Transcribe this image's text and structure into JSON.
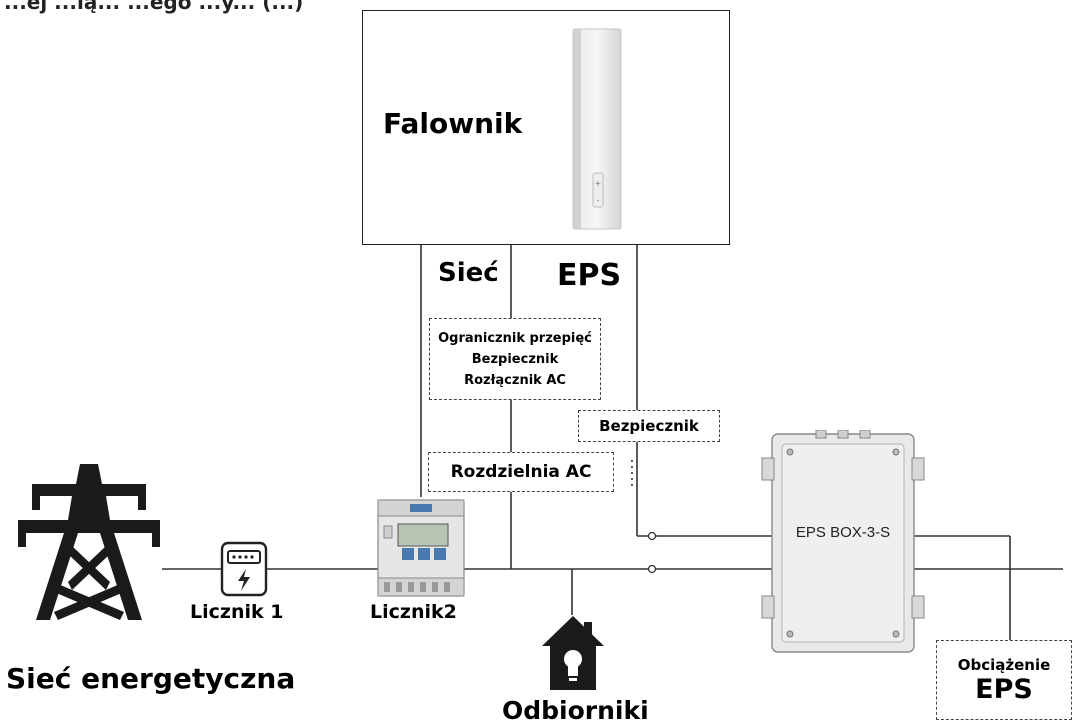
{
  "header": {
    "title_partial": "...ej   ...ią...   ...ego ...y...   (...)"
  },
  "inverter": {
    "label": "Falownik"
  },
  "lines": {
    "grid_label": "Sieć",
    "eps_label": "EPS"
  },
  "protection_box": {
    "line1": "Ogranicznik przepięć",
    "line2": "Bezpiecznik",
    "line3": "Rozłącznik AC"
  },
  "fuse_box": {
    "label": "Bezpiecznik"
  },
  "ac_switchboard": {
    "label": "Rozdzielnia AC"
  },
  "eps_box": {
    "label": "EPS BOX-3-S"
  },
  "meter1": {
    "label": "Licznik 1"
  },
  "meter2": {
    "label": "Licznik2"
  },
  "grid": {
    "label": "Sieć energetyczna"
  },
  "loads": {
    "label": "Odbiorniki"
  },
  "eps_load": {
    "line1": "Obciążenie",
    "line2": "EPS"
  }
}
